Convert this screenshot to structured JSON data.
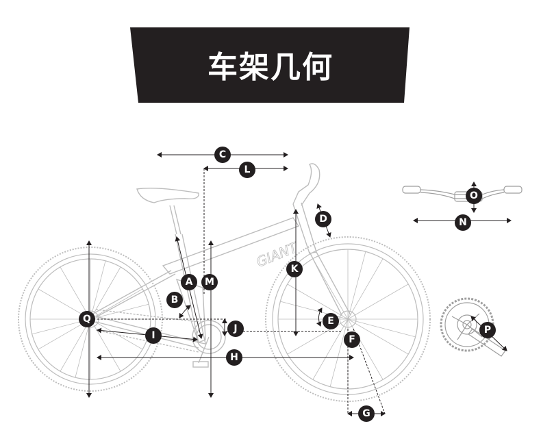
{
  "banner": {
    "title": "车架几何",
    "bg_color": "#231f20",
    "text_color": "#ffffff"
  },
  "diagram": {
    "frame_text": "GIANT",
    "labels": {
      "A": "A",
      "B": "B",
      "C": "C",
      "D": "D",
      "E": "E",
      "F": "F",
      "G": "G",
      "H": "H",
      "I": "I",
      "J": "J",
      "K": "K",
      "L": "L",
      "M": "M",
      "N": "N",
      "O": "O",
      "P": "P",
      "Q": "Q"
    }
  }
}
